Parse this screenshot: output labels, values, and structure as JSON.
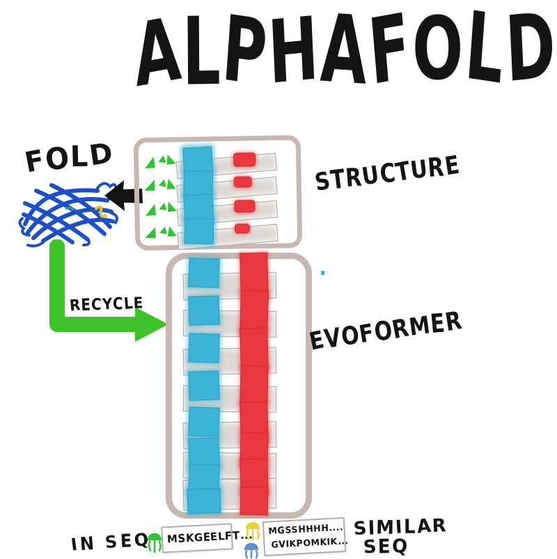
{
  "title": "ALPHAFOLD",
  "diagram": {
    "type": "hand-drawn architecture sketch of AlphaFold",
    "labels": {
      "fold": "FOLD",
      "structure": "STRUCTURE",
      "evoformer": "EVOFORMER",
      "recycle": "RECYCLE",
      "in_seq": "IN SEQ",
      "similar_line1": "SIMILAR",
      "similar_line2": "SEQ"
    },
    "sequences": {
      "input": "MSKGEELFT...",
      "similar_1": "MGSSHHHH....",
      "similar_2": "GVIKPOMKIK..."
    },
    "structure_module": {
      "rows": 4,
      "green_marks_per_row": 3,
      "red_sizes": [
        [
          30,
          18
        ],
        [
          24,
          14
        ],
        [
          28,
          16
        ],
        [
          20,
          12
        ]
      ]
    },
    "evoformer_module": {
      "rows": 7,
      "red_heights": [
        66,
        62,
        58,
        52,
        58,
        48,
        50
      ],
      "bottom_inputs": [
        "msa-embedding-blue",
        "pair-embedding-red"
      ]
    },
    "icons": [
      "protein-ribbon-icon",
      "black-arrow-left-icon",
      "green-recycle-arrow-icon",
      "green-jellyfish-icon",
      "yellow-jellyfish-icon",
      "blue-jellyfish-icon"
    ],
    "colors": {
      "ink": "#141414",
      "box_border": "#c7b8b2",
      "bar_fill": "#ded7d3",
      "bar_border": "#a9aaa9",
      "msa_blue": "#3cb4d8",
      "pair_red": "#e8393f",
      "mark_green": "#2ec433",
      "arrow_green": "#3ec42a",
      "protein_blue": "#1d50c6",
      "helix_yellow": "#dcc331",
      "jelly_blue": "#5b8fc9"
    }
  }
}
